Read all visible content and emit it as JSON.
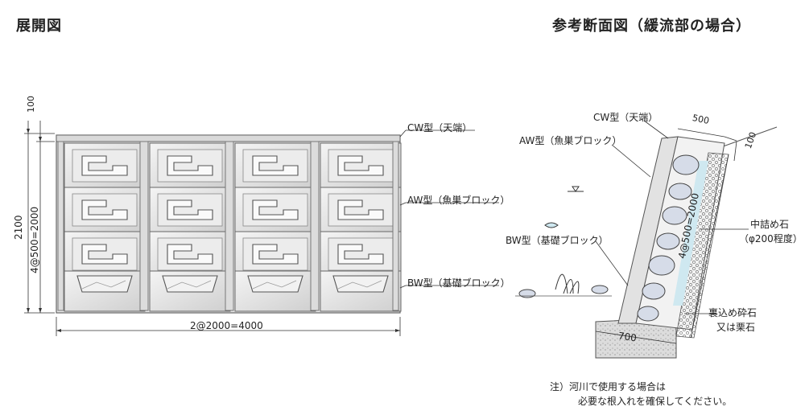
{
  "left_panel": {
    "title": "展開図",
    "labels": {
      "cw": "CW型（天端）",
      "aw": "AW型（魚巣ブロック）",
      "bw": "BW型（基礎ブロック）"
    },
    "dims": {
      "top": "100",
      "height_total": "2100",
      "height_steps": "4@500=2000",
      "width": "2@2000=4000"
    }
  },
  "right_panel": {
    "title": "参考断面図（緩流部の場合）",
    "labels": {
      "cw": "CW型（天端）",
      "aw": "AW型（魚巣ブロック）",
      "bw": "BW型（基礎ブロック）",
      "fill_stone": "中詰め石",
      "fill_stone_size": "（φ200程度）",
      "backfill_1": "裏込め砕石",
      "backfill_2": "又は栗石"
    },
    "dims": {
      "top_width": "500",
      "top_height": "100",
      "slope_steps": "4@500=2000",
      "base_width": "700"
    },
    "note_line1": "注）河川で使用する場合は",
    "note_line2": "必要な根入れを確保してください。"
  }
}
